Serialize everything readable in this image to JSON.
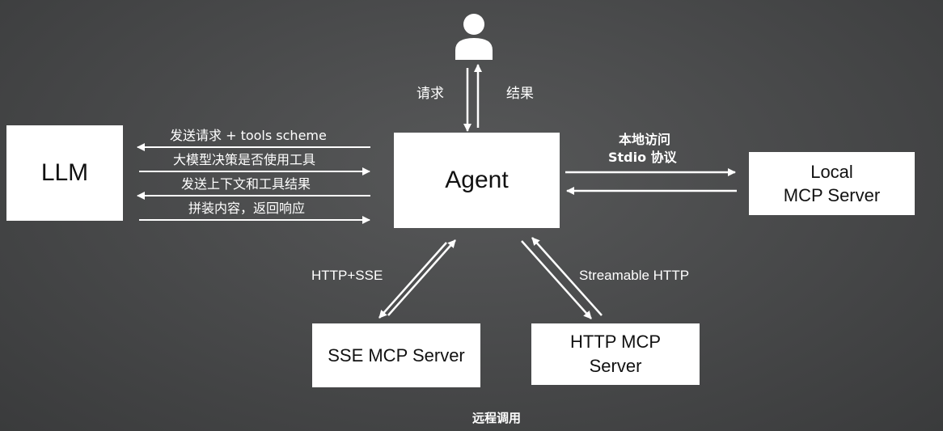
{
  "labels": {
    "user_request": "请求",
    "user_result": "结果",
    "local_access": "本地访问",
    "stdio_protocol": "Stdio 协议",
    "http_sse": "HTTP+SSE",
    "streamable_http": "Streamable HTTP",
    "remote_call": "远程调用"
  },
  "llm_messages": [
    "发送请求 + tools scheme",
    "大模型决策是否使用工具",
    "发送上下文和工具结果",
    "拼装内容，返回响应"
  ],
  "nodes": {
    "llm": "LLM",
    "agent": "Agent",
    "local_server": "Local\nMCP Server",
    "sse_server": "SSE MCP Server",
    "http_server": "HTTP MCP\nServer"
  },
  "icons": {
    "user": "user-icon"
  }
}
